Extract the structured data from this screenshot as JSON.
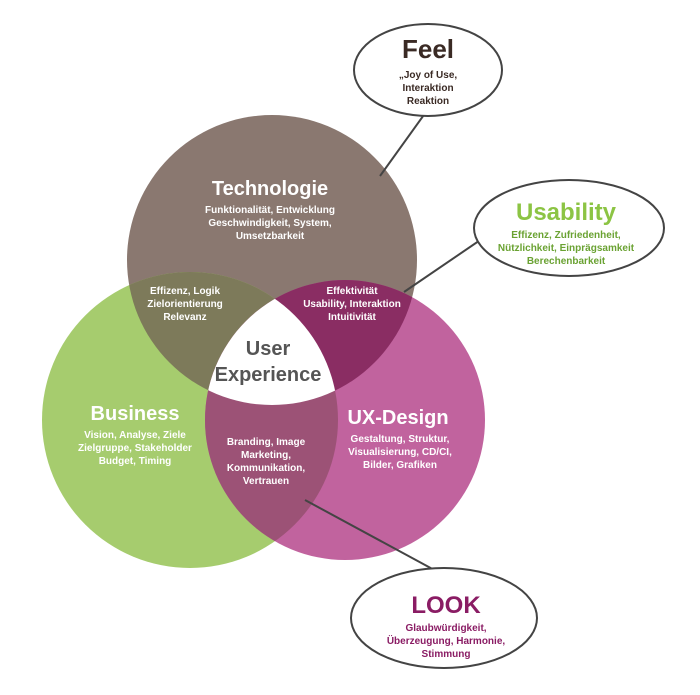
{
  "colors": {
    "technologie": "#8a7870",
    "business": "#a6cc6e",
    "ux_design": "#c1639e",
    "tech_business_overlap": "#7d7a5a",
    "tech_ux_overlap": "#8a2d63",
    "business_ux_overlap": "#9c5276",
    "center": "#ffffff",
    "feel_title": "#3a2a24",
    "usability_title": "#8cc444",
    "usability_text": "#6aa232",
    "look_title": "#8a1c64",
    "look_text": "#8a1c64",
    "callout_stroke": "#444444"
  },
  "technologie": {
    "title": "Technologie",
    "lines": [
      "Funktionalität, Entwicklung",
      "Geschwindigkeit, System,",
      "Umsetzbarkeit"
    ]
  },
  "business": {
    "title": "Business",
    "lines": [
      "Vision, Analyse, Ziele",
      "Zielgruppe, Stakeholder",
      "Budget, Timing"
    ]
  },
  "ux_design": {
    "title": "UX-Design",
    "lines": [
      "Gestaltung, Struktur,",
      "Visualisierung, CD/CI,",
      "Bilder, Grafiken"
    ]
  },
  "overlap_tech_business": {
    "lines": [
      "Effizenz, Logik",
      "Zielorientierung",
      "Relevanz"
    ]
  },
  "overlap_tech_ux": {
    "lines": [
      "Effektivität",
      "Usability, Interaktion",
      "Intuitivität"
    ]
  },
  "overlap_business_ux": {
    "lines": [
      "Branding, Image",
      "Marketing,",
      "Kommunikation,",
      "Vertrauen"
    ]
  },
  "center": {
    "lines": [
      "User",
      "Experience"
    ]
  },
  "feel": {
    "title": "Feel",
    "lines": [
      "„Joy of Use,",
      "Interaktion",
      "Reaktion"
    ]
  },
  "usability": {
    "title": "Usability",
    "lines": [
      "Effizenz, Zufriedenheit,",
      "Nützlichkeit, Einprägsamkeit",
      "Berechenbarkeit"
    ]
  },
  "look": {
    "title": "LOOK",
    "lines": [
      "Glaubwürdigkeit,",
      "Überzeugung, Harmonie,",
      "Stimmung"
    ]
  }
}
